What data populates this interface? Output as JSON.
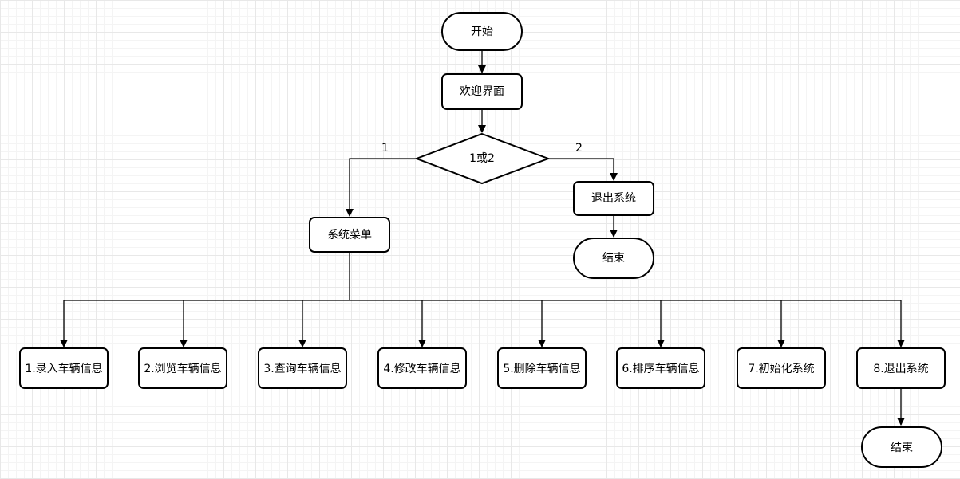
{
  "diagram": {
    "nodes": {
      "start": "开始",
      "welcome": "欢迎界面",
      "choice": "1或2",
      "menu": "系统菜单",
      "exit_top": "退出系统",
      "end_top": "结束",
      "opt1": "1.录入车辆信息",
      "opt2": "2.浏览车辆信息",
      "opt3": "3.查询车辆信息",
      "opt4": "4.修改车辆信息",
      "opt5": "5.删除车辆信息",
      "opt6": "6.排序车辆信息",
      "opt7": "7.初始化系统",
      "opt8": "8.退出系统",
      "end_bottom": "结束"
    },
    "edge_labels": {
      "left": "1",
      "right": "2"
    }
  }
}
